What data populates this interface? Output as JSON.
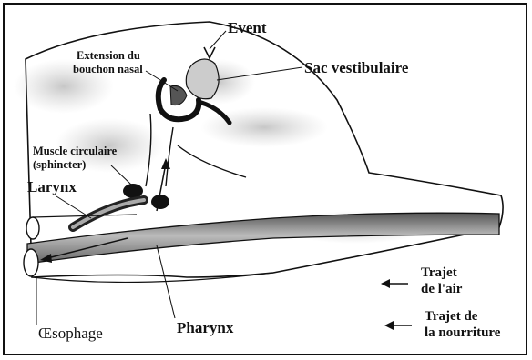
{
  "labels": {
    "event": "Event",
    "sac": "Sac vestibulaire",
    "extension": "Extension du",
    "extension2": "bouchon nasal",
    "muscle": "Muscle circulaire",
    "muscle2": "(sphincter)",
    "larynx": "Larynx",
    "oesophage": "Œsophage",
    "pharynx": "Pharynx"
  },
  "legend": {
    "air_line1": "Trajet",
    "air_line2": "de l'air",
    "food_line1": "Trajet de",
    "food_line2": "la nourriture"
  }
}
